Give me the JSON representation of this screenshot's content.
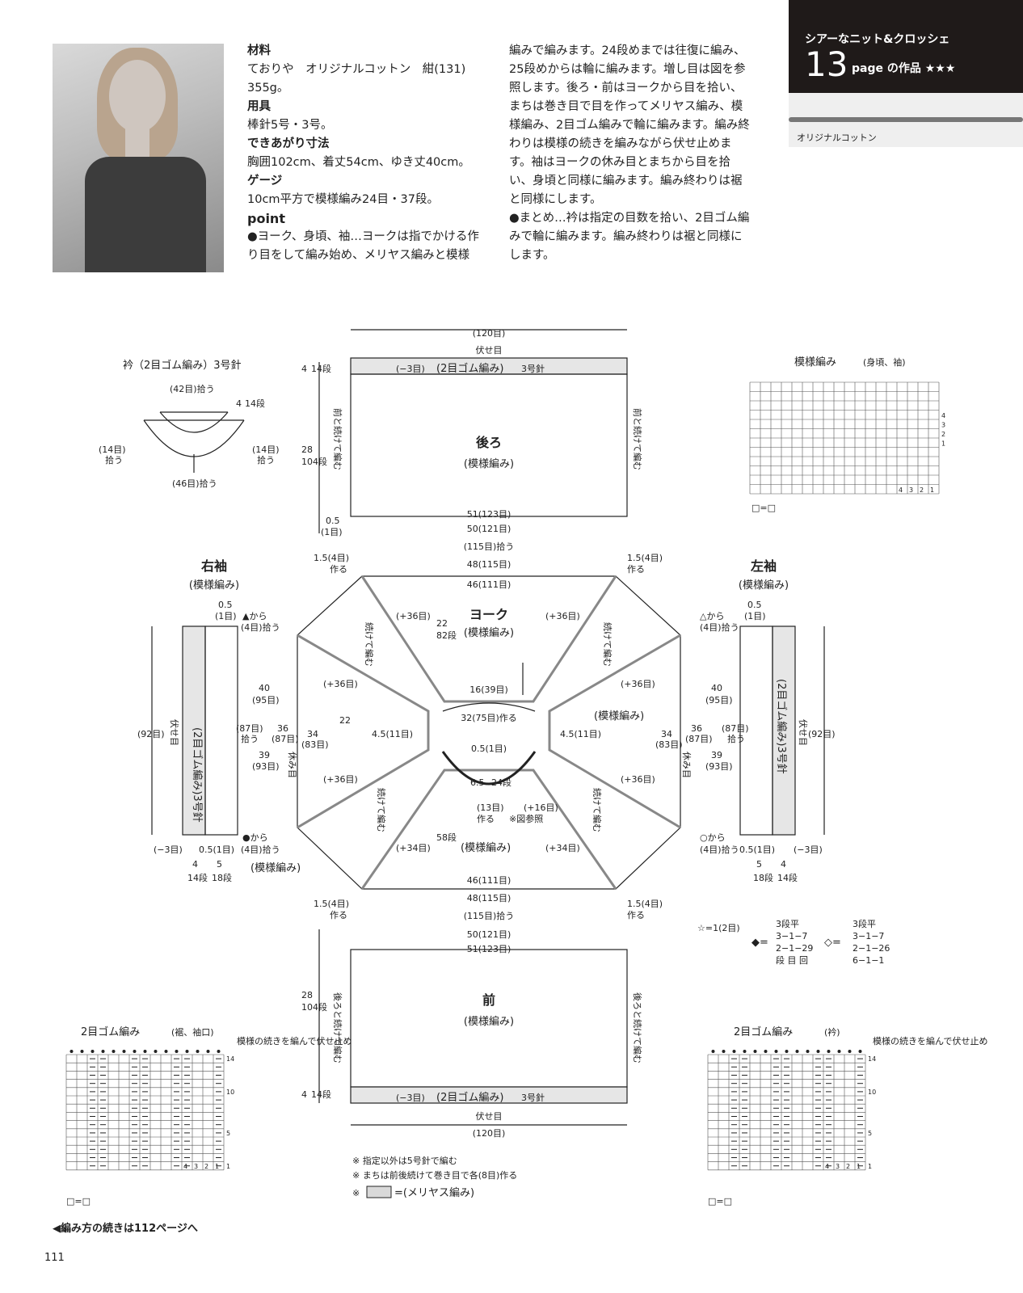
{
  "header": {
    "series": "シアーなニット&クロッシェ",
    "page_no": "13",
    "page_label": "page の作品 ★★★",
    "yarn_label": "オリジナルコットン"
  },
  "materials": {
    "materials_h": "材料",
    "materials": "ておりや　オリジナルコットン　紺(131) 355g。",
    "tools_h": "用具",
    "tools": "棒針5号・3号。",
    "size_h": "できあがり寸法",
    "size": "胸囲102cm、着丈54cm、ゆき丈40cm。",
    "gauge_h": "ゲージ",
    "gauge": "10cm平方で模様編み24目・37段。",
    "point_h": "point",
    "point1": "●ヨーク、身頃、袖…ヨークは指でかける作り目をして編み始め、メリヤス編みと模様"
  },
  "instructions": {
    "p1": "編みで編みます。24段めまでは往復に編み、25段めからは輪に編みます。増し目は図を参照します。後ろ・前はヨークから目を拾い、まちは巻き目で目を作ってメリヤス編み、模様編み、2目ゴム編みで輪に編みます。編み終わりは模様の続きを編みながら伏せ止めます。袖はヨークの休み目とまちから目を拾い、身頃と同様に編みます。編み終わりは裾と同様にします。",
    "p2": "●まとめ…衿は指定の目数を拾い、2目ゴム編みで輪に編みます。編み終わりは裾と同様にします。"
  },
  "diagram": {
    "collar_title": "衿（2目ゴム編み）3号針",
    "collar_42": "(42目)拾う",
    "collar_46": "(46目)拾う",
    "collar_14a": "(14目)",
    "collar_14b": "(14目)",
    "hirou": "拾う",
    "collar_rows": "4",
    "collar_rows2": "14段",
    "back_title": "後ろ",
    "back_sub": "(模様編み)",
    "back_top": "(120目)",
    "fuse": "伏せ目",
    "back_rib": "(2目ゴム編み)",
    "rib_needle": "3号針",
    "minus3": "(−3目)",
    "w51": "51(123目)",
    "w50": "50(121目)",
    "w115": "(115目)拾う",
    "w48": "48(115目)",
    "w46": "46(111目)",
    "h28": "28",
    "h104": "104段",
    "h4": "4",
    "h14": "14段",
    "h05": "0.5",
    "h1me": "(1目)",
    "cont_back": "前と続けて編む",
    "maki": "1.5(4目)",
    "tsukuru": "作る",
    "yoke_title": "ヨーク",
    "yoke_sub": "(模様編み)",
    "plus36": "(+36目)",
    "plus34": "(+34目)",
    "plus16": "(+16目)",
    "y22": "22",
    "y82": "82段",
    "y58": "58段",
    "y16": "16(39目)",
    "y32": "32(75目)作る",
    "y45": "4.5(11目)",
    "y05": "0.5(1目)",
    "y65": "6.5",
    "y24": "24段",
    "y13": "(13目)",
    "zusanshou": "※図参照",
    "cont": "続けて編む",
    "pattern": "(模様編み)",
    "rsleeve": "右袖",
    "lsleeve": "左袖",
    "s40": "40",
    "s95": "(95目)",
    "s36": "36",
    "s87": "(87目)",
    "s34": "34",
    "s83": "(83目)",
    "s39": "39",
    "s93": "(93目)",
    "s92": "(92目)",
    "s87h": "(87目)",
    "yasumi": "休み目",
    "rib3": "(2目ゴム編み)3号針",
    "s_kara_tri": "▲から",
    "s_kara_tri2": "△から",
    "s_kara_c": "●から",
    "s_kara_c2": "○から",
    "s4hirou": "(4目)拾う",
    "s_4": "4",
    "s_5": "5",
    "s_14": "14段",
    "s_18": "18段",
    "front_title": "前",
    "front_sub": "(模様編み)",
    "cont_front": "後ろと続けて編む",
    "note1": "※ 指定以外は5号針で編む",
    "note2": "※ まちは前後続けて巻き目で各(8目)作る",
    "note3": "※",
    "note3b": "=(メリヤス編み)",
    "star": "☆=1(2目)",
    "dia_a": "3段平",
    "dia_b": "3−1−7",
    "dia_c": "2−1−29",
    "dia_d": "段 目 回",
    "odia_a": "3段平",
    "odia_b": "3−1−7",
    "odia_c": "2−1−26",
    "odia_d": "6−1−1"
  },
  "charts": {
    "pattern_title": "模様編み",
    "pattern_sub": "(身頃、袖)",
    "rib_title_l": "2目ゴム編み",
    "rib_sub_l": "(裾、袖口)",
    "rib_title_r": "2目ゴム編み",
    "rib_sub_r": "(衿)",
    "rib_note": "模様の続きを編んで伏せ止め",
    "legend": "□=□",
    "rows": [
      "14",
      "10",
      "5",
      "1"
    ],
    "cols": [
      "4",
      "3",
      "2",
      "1"
    ],
    "prows": [
      "4",
      "3",
      "2",
      "1"
    ]
  },
  "footer": {
    "cont": "◀編み方の続きは112ページへ",
    "page": "111"
  }
}
